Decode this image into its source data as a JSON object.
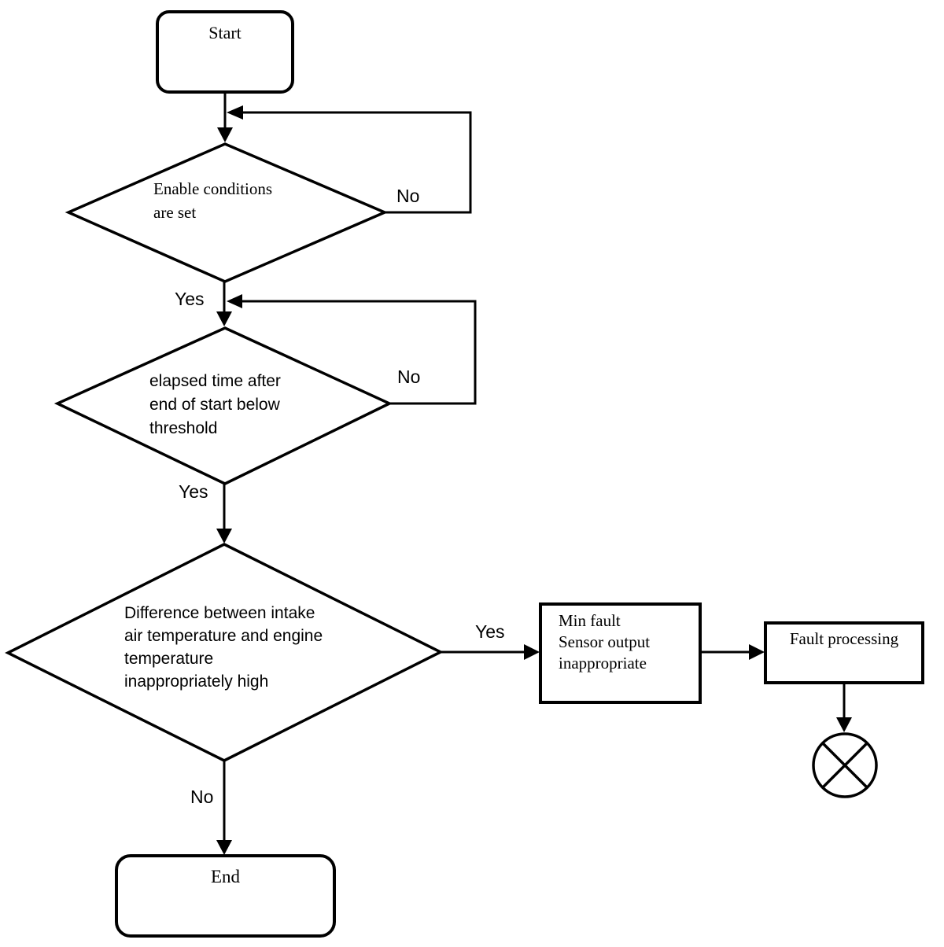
{
  "diagram": {
    "background_color": "#ffffff",
    "line_color": "#000000",
    "type": "flowchart"
  },
  "nodes": {
    "start": {
      "label": "Start",
      "shape": "rounded-rectangle"
    },
    "decision1": {
      "shape": "diamond",
      "lines": [
        "Enable conditions",
        "are set"
      ]
    },
    "decision2": {
      "shape": "diamond",
      "lines": [
        "elapsed time after",
        "end of start below",
        "threshold"
      ]
    },
    "decision3": {
      "shape": "diamond",
      "lines": [
        "Difference between intake",
        "air temperature and engine",
        "temperature",
        "inappropriately high"
      ]
    },
    "fault_flag": {
      "shape": "rectangle",
      "lines": [
        "Min fault",
        "Sensor output",
        "inappropriate"
      ]
    },
    "fault_processing": {
      "label": "Fault processing",
      "shape": "rectangle"
    },
    "end": {
      "label": "End",
      "shape": "rounded-rectangle"
    },
    "terminator": {
      "shape": "circle-x"
    }
  },
  "edge_labels": {
    "decision1_no": "No",
    "decision1_yes": "Yes",
    "decision2_no": "No",
    "decision2_yes": "Yes",
    "decision3_yes": "Yes",
    "decision3_no": "No"
  }
}
